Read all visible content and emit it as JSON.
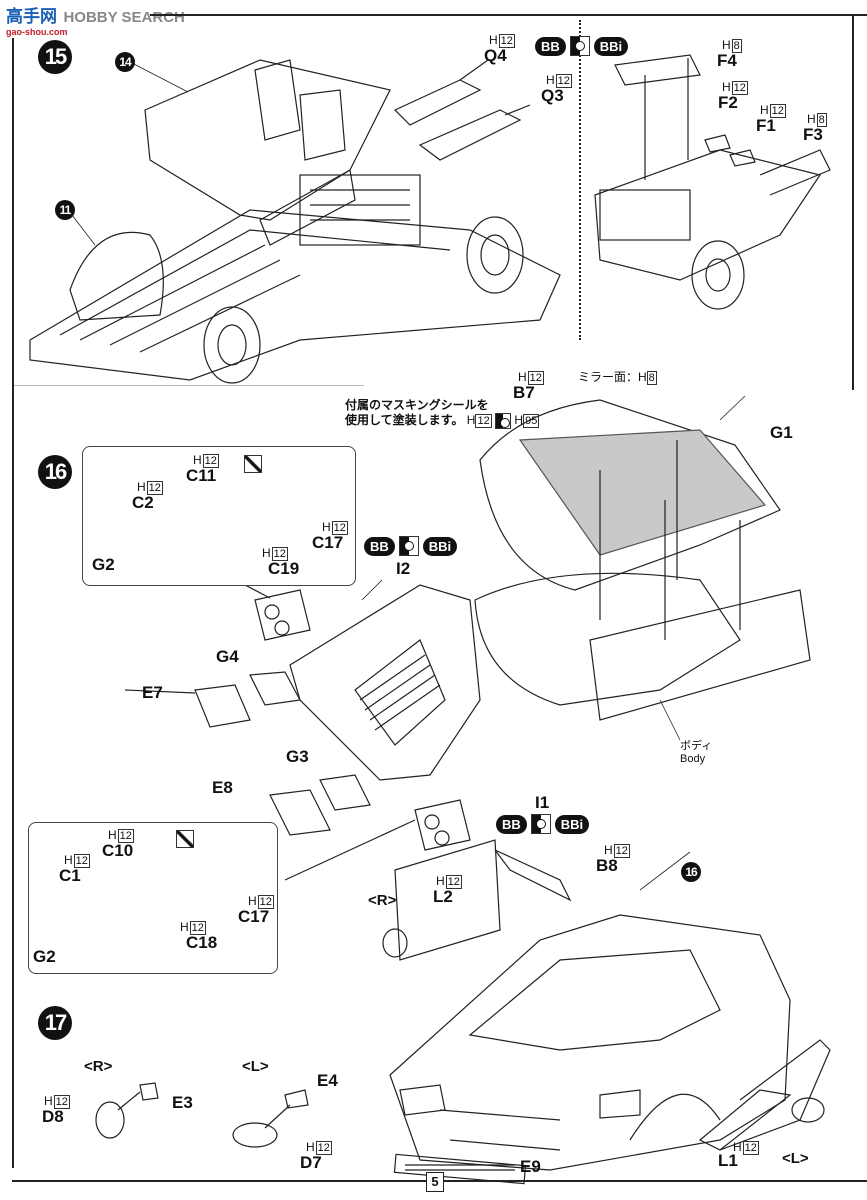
{
  "watermark": {
    "brand": "HOBBY SEARCH",
    "site_cn": "高手网",
    "site_url": "gao-shou.com"
  },
  "page_number": "5",
  "variants": {
    "left": "BB",
    "right": "BBi"
  },
  "steps": [
    {
      "number": "15",
      "refs": [
        {
          "number": "14"
        },
        {
          "number": "11"
        }
      ],
      "parts": [
        {
          "id": "Q4",
          "paint": "12"
        },
        {
          "id": "Q3",
          "paint": "12"
        }
      ],
      "variant_parts": [
        {
          "id": "F4",
          "paint": "8"
        },
        {
          "id": "F2",
          "paint": "12"
        },
        {
          "id": "F1",
          "paint": "12"
        },
        {
          "id": "F3",
          "paint": "8"
        }
      ]
    },
    {
      "number": "16",
      "parts_top": [
        {
          "id": "B7",
          "paint": "12"
        },
        {
          "id": "G1"
        },
        {
          "id": "I2"
        },
        {
          "id": "G4"
        },
        {
          "id": "E7"
        },
        {
          "id": "G3"
        },
        {
          "id": "E8"
        },
        {
          "id": "I1"
        }
      ],
      "mirror_note": {
        "text": "ミラー面：H",
        "paint": "8"
      },
      "masking_note": {
        "line1": "付属のマスキングシールを",
        "line2": "使用して塗装します。",
        "paint_a": "12",
        "paint_b": "95"
      },
      "body_label": {
        "jp": "ボディ",
        "en": "Body"
      },
      "subassembly_upper": [
        {
          "id": "C11",
          "paint": "12"
        },
        {
          "id": "C2",
          "paint": "12"
        },
        {
          "id": "G2"
        },
        {
          "id": "C19",
          "paint": "12"
        },
        {
          "id": "C17",
          "paint": "12"
        }
      ],
      "subassembly_lower": [
        {
          "id": "C10",
          "paint": "12"
        },
        {
          "id": "C1",
          "paint": "12"
        },
        {
          "id": "G2"
        },
        {
          "id": "C18",
          "paint": "12"
        },
        {
          "id": "C17",
          "paint": "12"
        }
      ]
    },
    {
      "number": "17",
      "ref": {
        "number": "16"
      },
      "parts": [
        {
          "id": "B8",
          "paint": "12"
        },
        {
          "id": "L2",
          "paint": "12"
        },
        {
          "id": "L1",
          "paint": "12"
        },
        {
          "id": "E9"
        },
        {
          "id": "E3"
        },
        {
          "id": "D8",
          "paint": "12"
        },
        {
          "id": "E4"
        },
        {
          "id": "D7",
          "paint": "12"
        }
      ],
      "sides": {
        "right": "<R>",
        "left": "<L>"
      }
    }
  ],
  "paint_prefix": "H"
}
